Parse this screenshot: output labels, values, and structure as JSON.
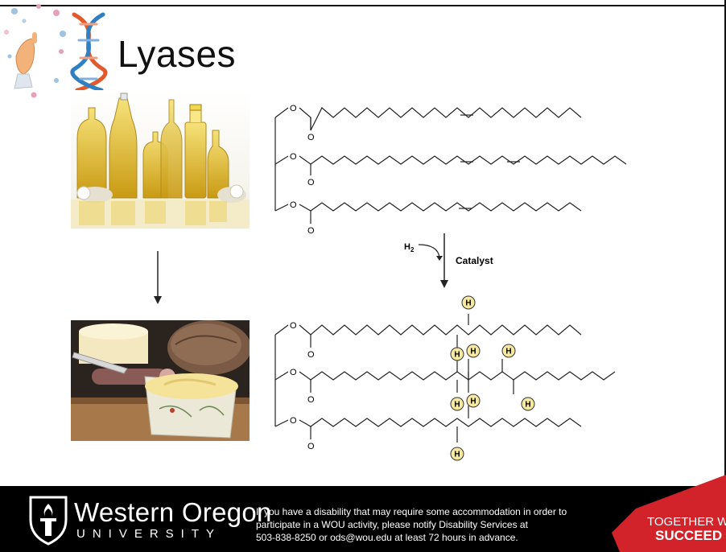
{
  "slide": {
    "title": "Lyases"
  },
  "reaction": {
    "reagent": "H",
    "reagent_subscript": "2",
    "catalyst_label": "Catalyst",
    "oxygen": "O",
    "hydrogen": "H"
  },
  "footer": {
    "brand_name": "Western Oregon",
    "brand_sub": "UNIVERSITY",
    "notice_lines": [
      "If you have a disability that may require some accommodation in order to",
      "participate in a WOU activity, please notify Disability Services at",
      "503-838-8250 or ods@wou.edu at least 72 hours in advance."
    ],
    "tagline_1": "TOGETHER WE",
    "tagline_2": "SUCCEED"
  },
  "colors": {
    "hydrogen_fill": "#f7e9a0",
    "footer_bg": "#000000",
    "tagline_red": "#d2232a",
    "dots_pink": "#e8a0b8",
    "dots_blue": "#9fc3e0"
  }
}
